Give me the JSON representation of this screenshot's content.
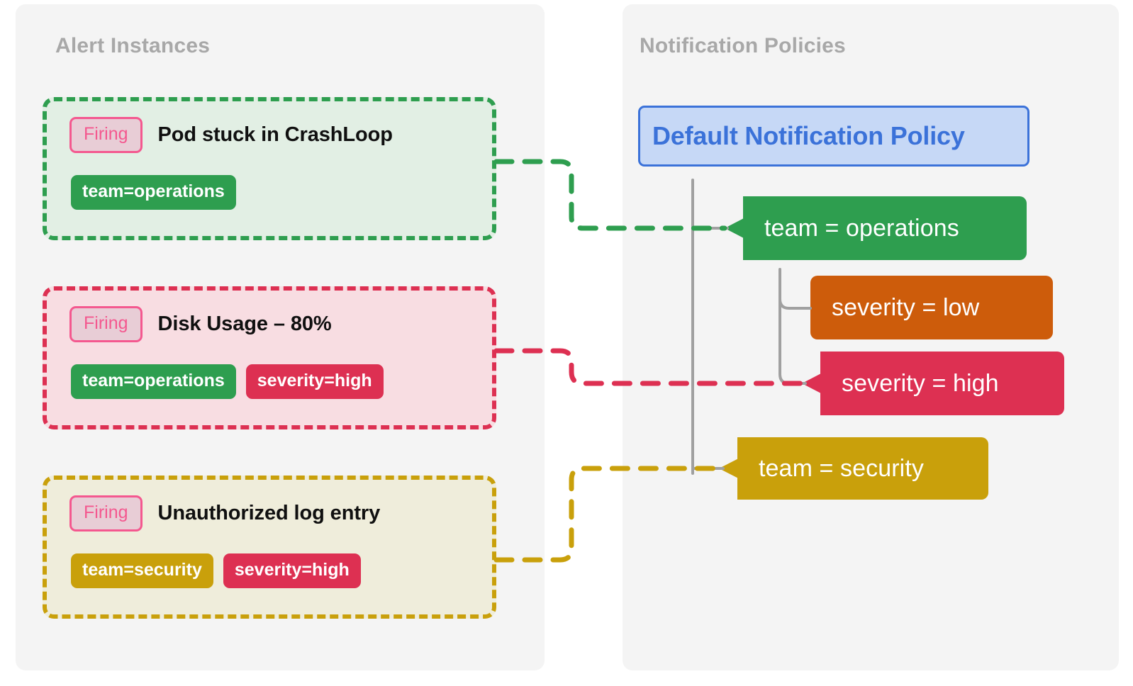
{
  "panels": {
    "alerts": {
      "title": "Alert Instances"
    },
    "policies": {
      "title": "Notification Policies"
    }
  },
  "alert_instances": [
    {
      "state": "Firing",
      "title": "Pod stuck in CrashLoop",
      "labels": [
        "team=operations"
      ],
      "label_colors": [
        "#2e9e4f"
      ],
      "accent": "#2e9e4f",
      "background": "#e2efe4",
      "routes_to": "team = operations"
    },
    {
      "state": "Firing",
      "title": "Disk Usage – 80%",
      "labels": [
        "team=operations",
        "severity=high"
      ],
      "label_colors": [
        "#2e9e4f",
        "#dd3052"
      ],
      "accent": "#dd3052",
      "background": "#f8dde2",
      "routes_to": "severity = high"
    },
    {
      "state": "Firing",
      "title": "Unauthorized log entry",
      "labels": [
        "team=security",
        "severity=high"
      ],
      "label_colors": [
        "#c9a00b",
        "#dd3052"
      ],
      "accent": "#c9a00b",
      "background": "#efeddb",
      "routes_to": "team = security"
    }
  ],
  "notification_policies": {
    "root": {
      "label": "Default Notification Policy",
      "color": "#3b72d9",
      "background": "#c6d8f6"
    },
    "children": [
      {
        "label": "team = operations",
        "color": "#2e9e4f",
        "matched": true,
        "children": [
          {
            "label": "severity = low",
            "color": "#cd5c0b",
            "matched": false
          },
          {
            "label": "severity = high",
            "color": "#dd3052",
            "matched": true
          }
        ]
      },
      {
        "label": "team = security",
        "color": "#c9a00b",
        "matched": true,
        "children": []
      }
    ]
  },
  "colors": {
    "page_background": "#ffffff",
    "panel_background": "#f4f4f4",
    "panel_title": "#a8a8a8",
    "firing_badge_text": "#f4588f",
    "firing_badge_background": "#e8cdd6",
    "tree_line": "#a0a0a0"
  },
  "badges": {
    "firing_label": "Firing"
  }
}
